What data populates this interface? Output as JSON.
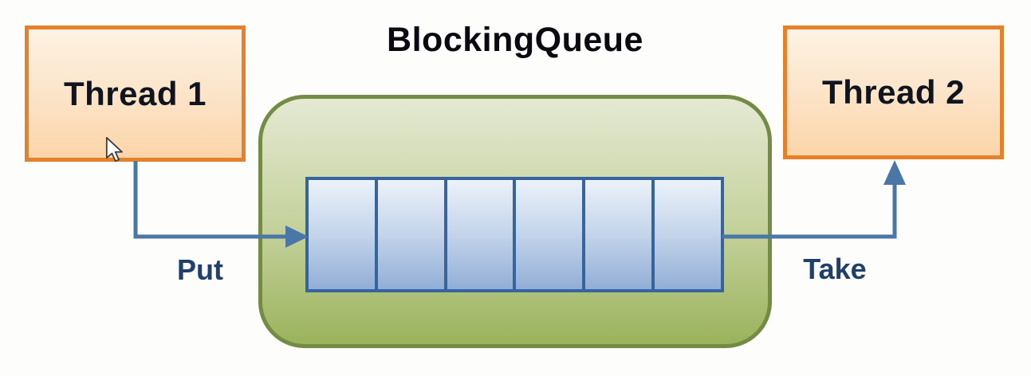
{
  "diagram": {
    "title": "BlockingQueue",
    "thread1": {
      "label": "Thread 1"
    },
    "thread2": {
      "label": "Thread 2"
    },
    "queue": {
      "title": "BlockingQueue",
      "slot_count": 6
    },
    "put_label": "Put",
    "take_label": "Take",
    "icons": {
      "mouse_cursor": "arrow-pointer"
    },
    "colors": {
      "background": "#fdfdfc",
      "thread_box_border": "#e5802b",
      "thread_box_fill_top": "#fdf2e4",
      "thread_box_fill_bottom": "#fbd5a9",
      "thread_text": "#10141f",
      "container_border": "#748b44",
      "container_fill_top": "#e4e9d3",
      "container_fill_bottom": "#9bb35c",
      "container_title_text": "#0a0a10",
      "slot_border": "#36649f",
      "slot_fill_top": "#ecf2fa",
      "slot_fill_bottom": "#92aed6",
      "arrow": "#4a76a8",
      "flow_label_text": "#20406a"
    }
  }
}
